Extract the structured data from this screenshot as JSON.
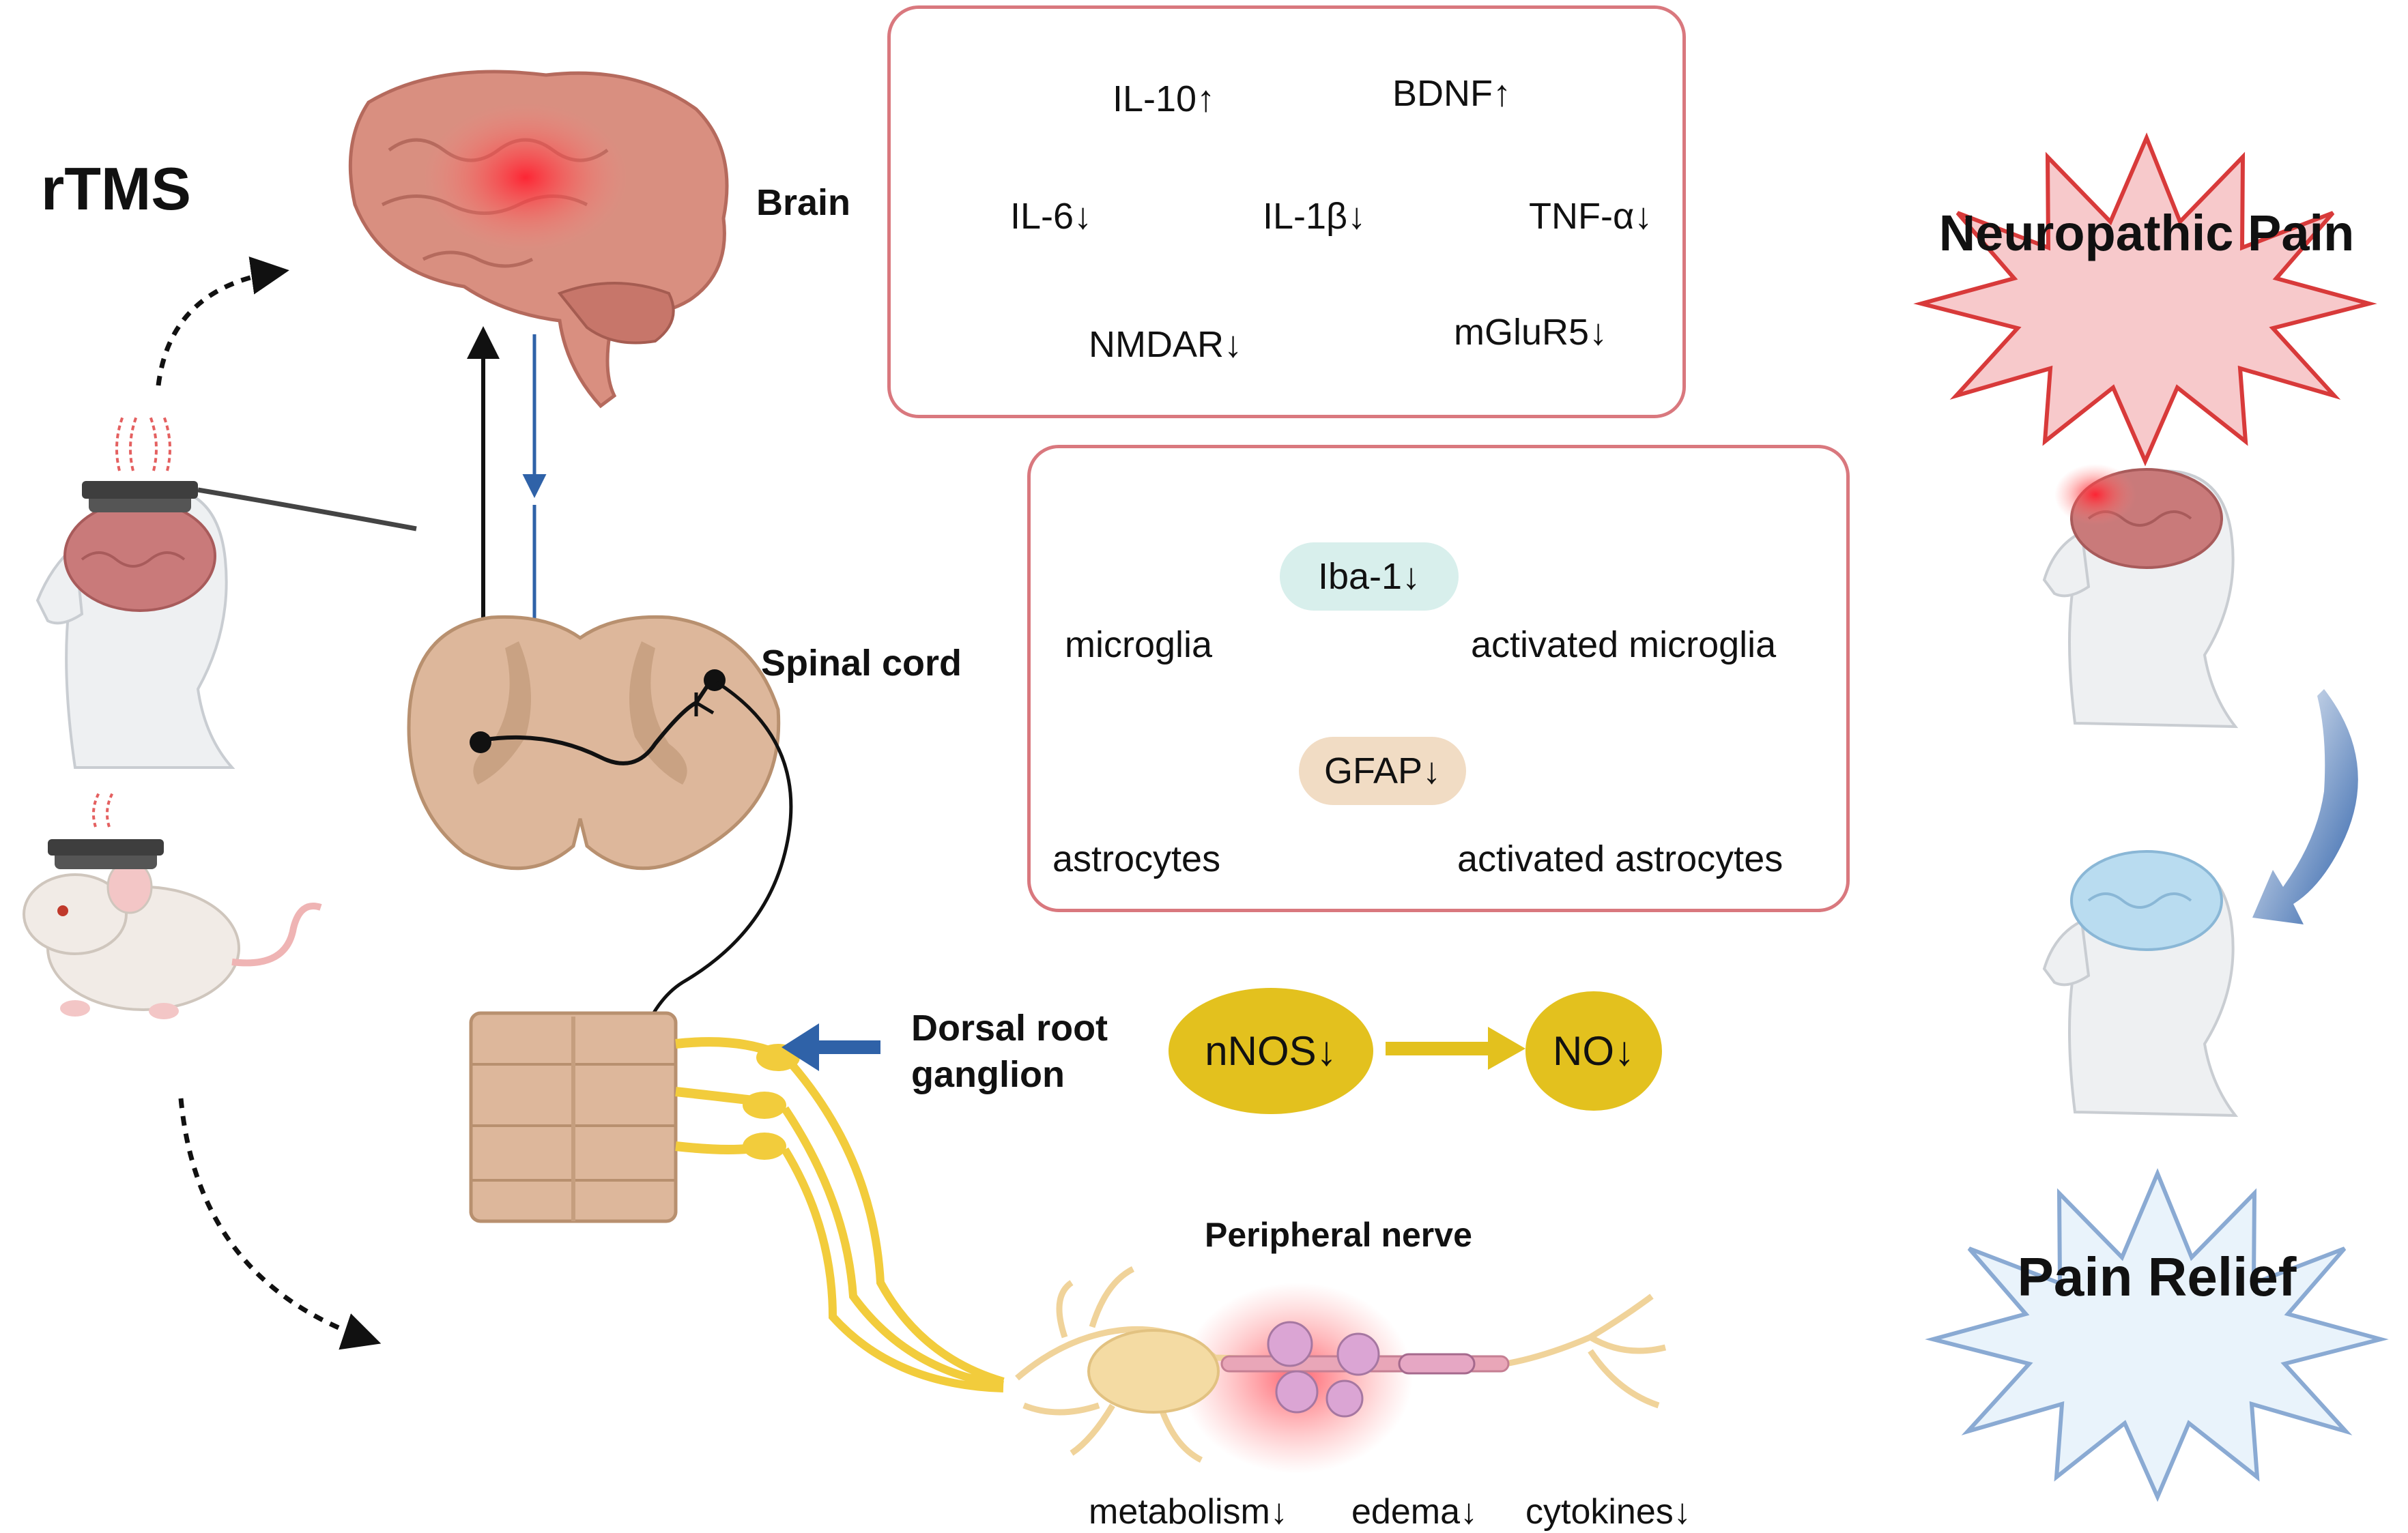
{
  "left": {
    "rtms": "rTMS"
  },
  "labels": {
    "brain": "Brain",
    "spinal_cord": "Spinal cord",
    "drg": [
      "Dorsal root",
      "ganglion"
    ],
    "peripheral_nerve": "Peripheral nerve",
    "peripheral_effects": [
      "metabolism↓",
      "edema↓",
      "cytokines↓"
    ]
  },
  "brain_box": {
    "il10": "IL-10↑",
    "bdnf": "BDNF↑",
    "il6": "IL-6↓",
    "il1b": "IL-1β↓",
    "tnfa": "TNF-α↓",
    "nmdar": "NMDAR↓",
    "mglur5": "mGluR5↓"
  },
  "glia_box": {
    "microglia": "microglia",
    "activated_microglia": "activated microglia",
    "iba1": "Iba-1↓",
    "astrocytes": "astrocytes",
    "activated_astrocytes": "activated astrocytes",
    "gfap": "GFAP↓"
  },
  "no_pathway": {
    "nnos": "nNOS↓",
    "no": "NO↓"
  },
  "right": {
    "neuropathic_pain": "Neuropathic Pain",
    "pain_relief": "Pain Relief"
  },
  "colors": {
    "box_border": "#d9787e",
    "brain_pink": "#d98f80",
    "spinal_tan": "#ddb79b",
    "nerve_yellow": "#f2cc3c",
    "no_yellow": "#e3c11e",
    "pain_star": "#f7c9cb",
    "relief_star": "#e9f3fb",
    "iba_bg": "#d8efec",
    "gfap_bg": "#f1dcc4",
    "arrow_blue": "#2f62a8"
  }
}
